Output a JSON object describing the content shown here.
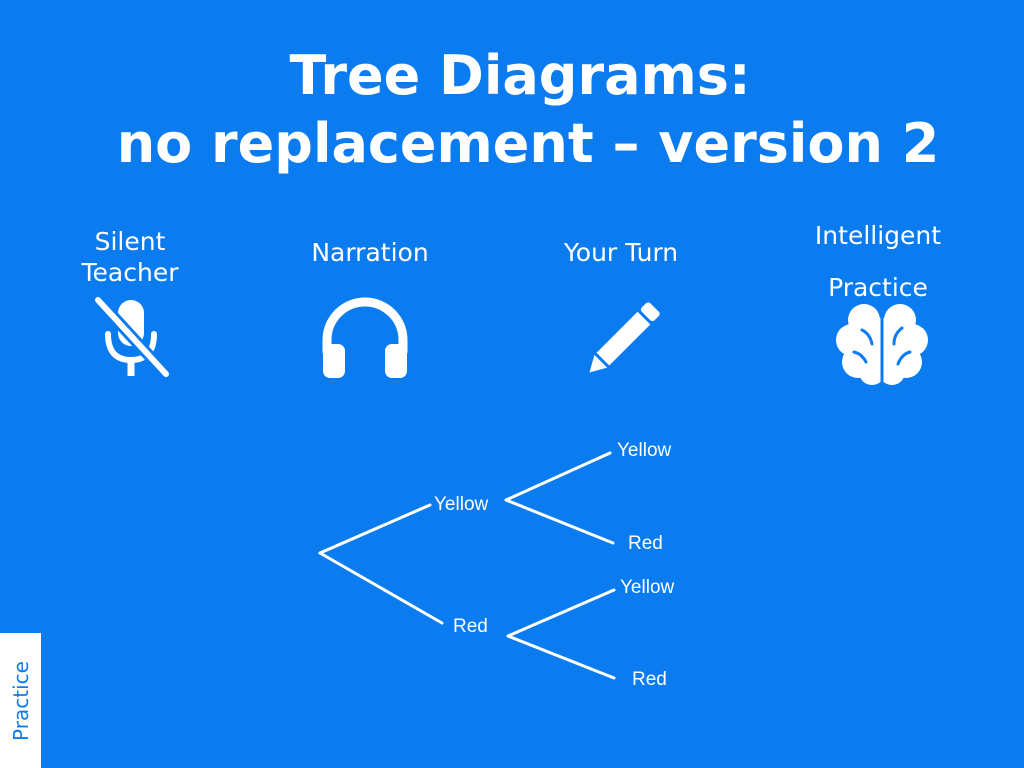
{
  "title": {
    "line1": "Tree Diagrams:",
    "line2": "no replacement – version 2"
  },
  "modes": [
    {
      "line1": "Silent",
      "line2": "Teacher",
      "icon": "muted-microphone-icon"
    },
    {
      "label": "Narration",
      "icon": "headphones-icon"
    },
    {
      "label": "Your Turn",
      "icon": "pencil-icon"
    },
    {
      "line1": "Intelligent",
      "line2": "Practice",
      "icon": "brain-icon"
    }
  ],
  "tree": {
    "first": [
      "Yellow",
      "Red"
    ],
    "second_after_yellow": [
      "Yellow",
      "Red"
    ],
    "second_after_red": [
      "Yellow",
      "Red"
    ]
  },
  "side_tab": {
    "label": "Practice"
  },
  "colors": {
    "background": "#0b7cf0",
    "foreground": "#ffffff"
  }
}
